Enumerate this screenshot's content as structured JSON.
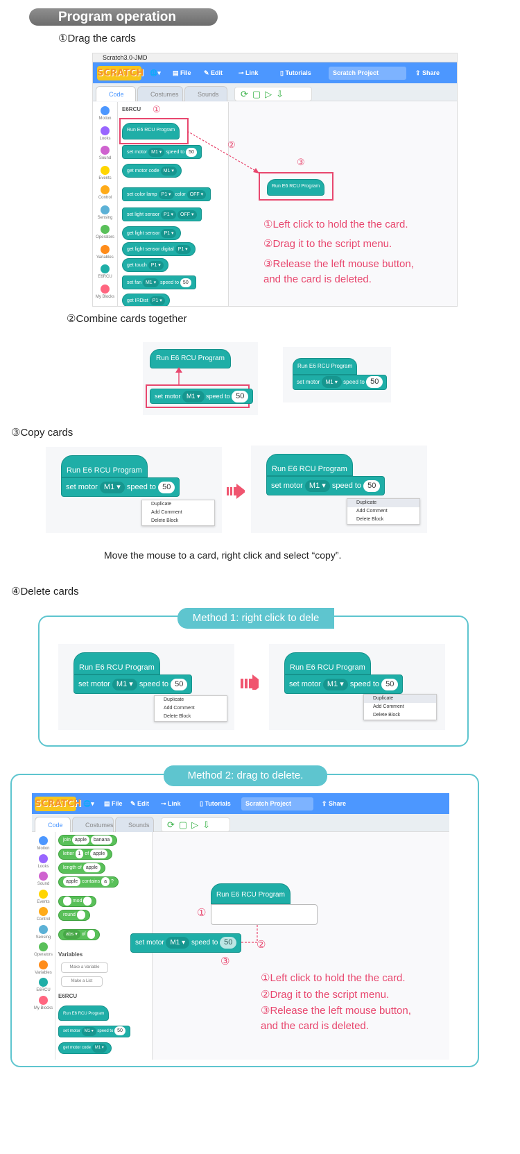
{
  "section_title": "Program operation",
  "steps": {
    "s1": "①Drag the cards",
    "s2": "②Combine cards together",
    "s3": "③Copy cards",
    "s4": "④Delete cards"
  },
  "window": {
    "title": "Scratch3.0-JMD"
  },
  "menu": {
    "logo": "SCRATCH",
    "globe": "🌐▾",
    "file": "File",
    "edit": "Edit",
    "link": "Link",
    "tutorials": "Tutorials",
    "project": "Scratch Project",
    "share": "Share"
  },
  "tabs": {
    "code": "Code",
    "costumes": "Costumes",
    "sounds": "Sounds"
  },
  "toolbar_icons": "⟳▢▷⇩",
  "categories": [
    {
      "label": "Motion",
      "color": "#4c97ff"
    },
    {
      "label": "Looks",
      "color": "#9966ff"
    },
    {
      "label": "Sound",
      "color": "#cf63cf"
    },
    {
      "label": "Events",
      "color": "#ffd500"
    },
    {
      "label": "Control",
      "color": "#ffab19"
    },
    {
      "label": "Sensing",
      "color": "#5cb1d6"
    },
    {
      "label": "Operators",
      "color": "#59c059"
    },
    {
      "label": "Variables",
      "color": "#ff8c1a"
    },
    {
      "label": "E6RCU",
      "color": "#1faea7"
    },
    {
      "label": "My Blocks",
      "color": "#ff6680"
    }
  ],
  "palette1": {
    "header": "E6RCU",
    "run": "Run E6 RCU Program",
    "set_motor": "set motor",
    "m1": "M1 ▾",
    "speed_to": "speed to",
    "fifty": "50",
    "get_motor_code": "get motor code",
    "color_lamp": "set color lamp",
    "p1": "P1 ▾",
    "color": "color",
    "off": "OFF ▾",
    "light_sensor": "set light sensor",
    "get_light": "get light sensor",
    "get_light_digital": "get light sensor digital",
    "get_touch": "get touch",
    "set_fan": "set fan",
    "get_irdist": "get IRDist"
  },
  "script1": {
    "run": "Run E6 RCU Program"
  },
  "nums": {
    "n1": "①",
    "n2": "②",
    "n3": "③"
  },
  "instr": {
    "i1": "①Left click to hold the the card.",
    "i2": "②Drag it to the script menu.",
    "i3": "③Release the left mouse button,",
    "i4": "and the card is deleted."
  },
  "combine": {
    "run": "Run E6 RCU Program",
    "set_motor": "set motor",
    "m1": "M1 ▾",
    "speed_to": "speed to",
    "fifty": "50"
  },
  "ctxmenu": {
    "dup": "Duplicate",
    "add": "Add Comment",
    "del": "Delete Block"
  },
  "copy_caption": "Move the mouse to a card, right click and select “copy”.",
  "method1": "Method 1: right click to dele",
  "method2": "Method 2: drag to delete.",
  "palette2": {
    "join": "join",
    "apple": "apple",
    "banana": "banana",
    "letter": "letter",
    "one": "1",
    "of": "of",
    "length_of": "length of",
    "contains": "contains",
    "a": "a",
    "q": "?",
    "mod": "mod",
    "round": "round",
    "abs": "abs ▾",
    "of2": "of",
    "variables": "Variables",
    "make_var": "Make a Variable",
    "make_list": "Make a List",
    "e6rcu": "E6RCU",
    "run": "Run E6 RCU Program",
    "set_motor": "set motor",
    "m1": "M1 ▾",
    "speed_to": "speed to",
    "fifty": "50",
    "get_motor_code": "get motor code"
  },
  "colors": {
    "accent": "#1faea7",
    "red": "#e8476e",
    "teal_frame": "#5ec5cf",
    "scratch_blue": "#4c97ff"
  }
}
